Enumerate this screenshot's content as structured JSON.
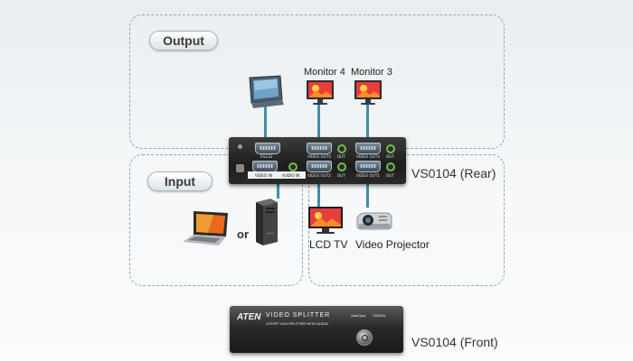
{
  "sections": {
    "output_label": "Output",
    "input_label": "Input"
  },
  "devices": {
    "monitor4_label": "Monitor 4",
    "monitor3_label": "Monitor 3",
    "lcd_tv_label": "LCD TV",
    "projector_label": "Video Projector",
    "or_label": "or"
  },
  "models": {
    "rear_label": "VS0104 (Rear)",
    "front_label": "VS0104 (Front)"
  },
  "rear_panel": {
    "port_rs232": "RS232",
    "port_video_in": "VIDEO IN",
    "port_audio_in": "AUDIO IN",
    "port_video_out4": "VIDEO OUT4",
    "port_video_out3": "VIDEO OUT3",
    "port_video_out2": "VIDEO OUT2",
    "port_video_out1": "VIDEO OUT1",
    "port_out": "OUT"
  },
  "front_panel": {
    "brand": "ATEN",
    "title": "VIDEO SPLITTER",
    "subtitle": "4-PORT VGA SPLITTER WITH AUDIO",
    "series": "VanCryst",
    "model": "VS0104"
  },
  "colors": {
    "cable": "#3f8ea8",
    "region_border": "#8fa5b6",
    "audio_jack": "#6fc04a"
  }
}
